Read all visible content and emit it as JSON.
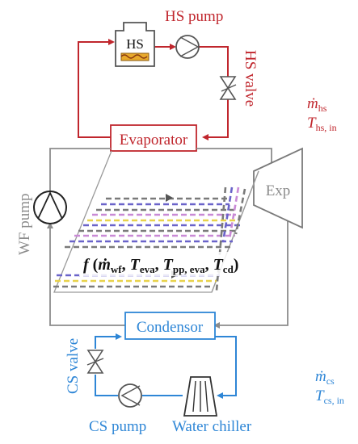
{
  "colors": {
    "hot_loop": "#c0262d",
    "cold_loop": "#2e86d6",
    "working_fluid": "#8c8c8c",
    "dashes_blue": "#6a63c9",
    "dashes_gray": "#7a7a7a",
    "dashes_purple": "#c98ad6",
    "dashes_yellow": "#e8d24a"
  },
  "components": {
    "hs_tank": "HS",
    "hs_pump": "HS pump",
    "hs_valve": "HS valve",
    "evaporator": "Evaporator",
    "expander": "Exp",
    "wf_pump": "WF pump",
    "condenser": "Condensor",
    "cs_valve": "CS valve",
    "cs_pump": "CS pump",
    "water_chiller": "Water chiller"
  },
  "hot_side_params": {
    "mdot_sym": "ṁ",
    "mdot_sub": "hs",
    "t_sym": "T",
    "t_sub": "hs, in"
  },
  "cold_side_params": {
    "mdot_sym": "ṁ",
    "mdot_sub": "cs",
    "t_sym": "T",
    "t_sub": "cs, in"
  },
  "function_label": {
    "f": "f",
    "open": "(",
    "m_sym": "ṁ",
    "m_sub": "wf",
    "sep1": ", ",
    "teva_sym": "T",
    "teva_sub": "eva",
    "sep2": ", ",
    "tpp_sym": "T",
    "tpp_sub": "pp, eva",
    "sep3": ", ",
    "tcd_sym": "T",
    "tcd_sub": "cd",
    "close": ")"
  }
}
